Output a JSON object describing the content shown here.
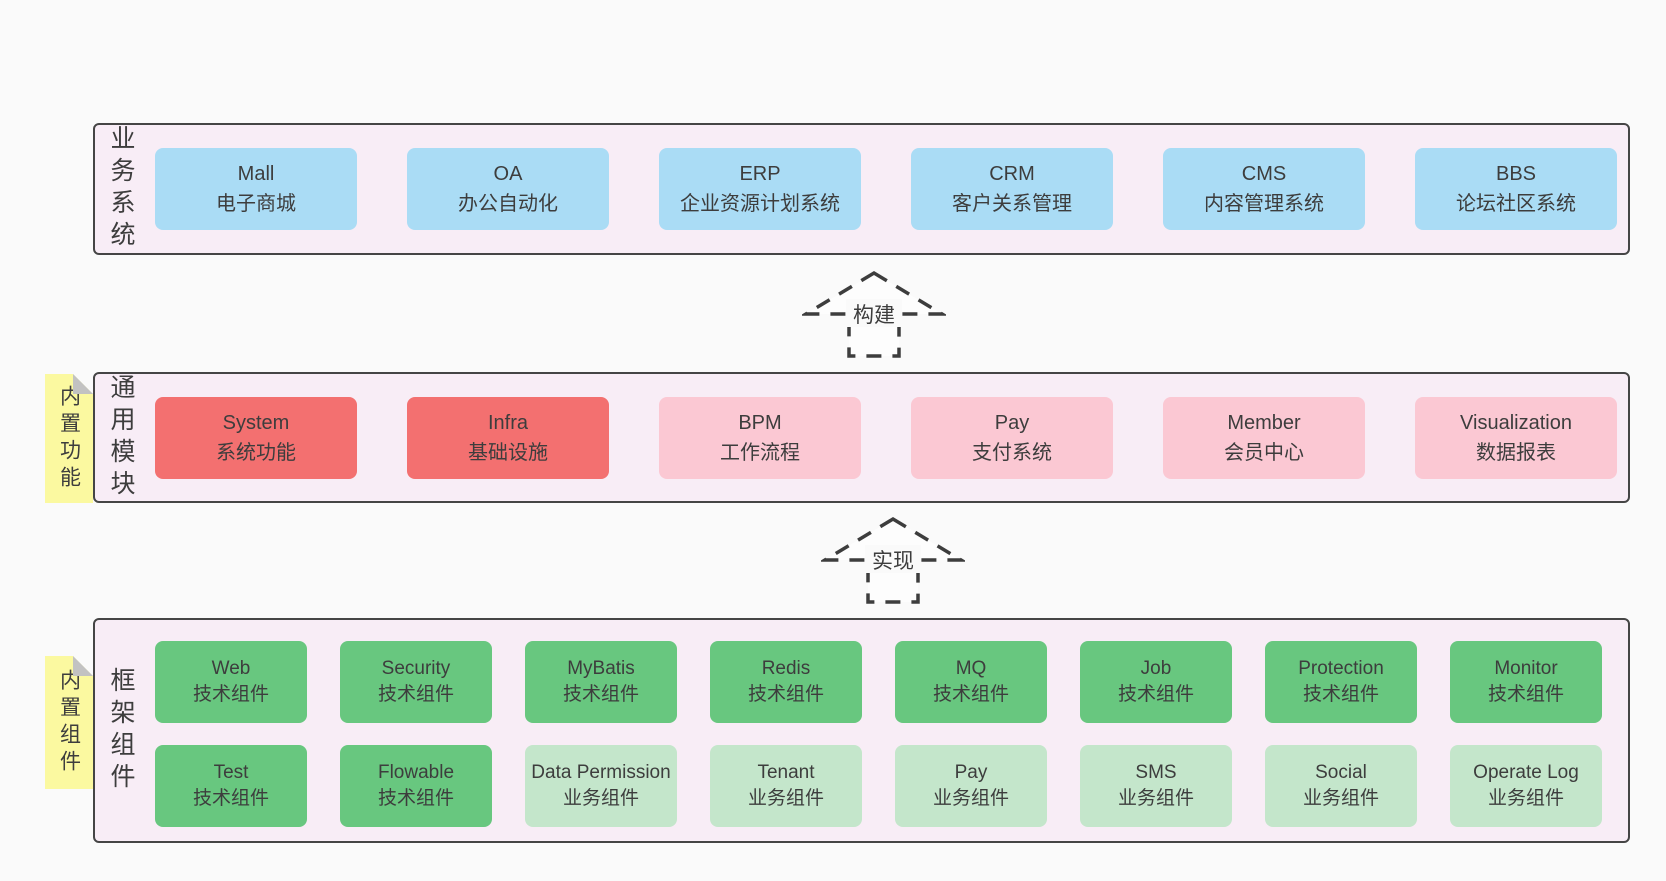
{
  "colors": {
    "page_background": "#fafafa",
    "layer_background": "#f8edf6",
    "layer_border": "#454545",
    "business_box": "#aadcf5",
    "core_module_box": "#f37070",
    "optional_module_box": "#fbc8d3",
    "tech_component_box": "#68c77f",
    "biz_component_box": "#c4e6cb",
    "sticky_note": "#fbf9a0",
    "text": "#3d3d3d"
  },
  "layers": {
    "business": {
      "label": "业务系统",
      "boxes": [
        {
          "name": "Mall",
          "desc": "电子商城",
          "variant": "blue"
        },
        {
          "name": "OA",
          "desc": "办公自动化",
          "variant": "blue"
        },
        {
          "name": "ERP",
          "desc": "企业资源计划系统",
          "variant": "blue"
        },
        {
          "name": "CRM",
          "desc": "客户关系管理",
          "variant": "blue"
        },
        {
          "name": "CMS",
          "desc": "内容管理系统",
          "variant": "blue"
        },
        {
          "name": "BBS",
          "desc": "论坛社区系统",
          "variant": "blue"
        }
      ]
    },
    "common": {
      "label": "通用模块",
      "sticky": "内置功能",
      "boxes": [
        {
          "name": "System",
          "desc": "系统功能",
          "variant": "red"
        },
        {
          "name": "Infra",
          "desc": "基础设施",
          "variant": "red"
        },
        {
          "name": "BPM",
          "desc": "工作流程",
          "variant": "pink"
        },
        {
          "name": "Pay",
          "desc": "支付系统",
          "variant": "pink"
        },
        {
          "name": "Member",
          "desc": "会员中心",
          "variant": "pink"
        },
        {
          "name": "Visualization",
          "desc": "数据报表",
          "variant": "pink"
        }
      ]
    },
    "framework": {
      "label": "框架组件",
      "sticky": "内置组件",
      "rows": {
        "r1": [
          {
            "name": "Web",
            "desc": "技术组件",
            "variant": "green"
          },
          {
            "name": "Security",
            "desc": "技术组件",
            "variant": "green"
          },
          {
            "name": "MyBatis",
            "desc": "技术组件",
            "variant": "green"
          },
          {
            "name": "Redis",
            "desc": "技术组件",
            "variant": "green"
          },
          {
            "name": "MQ",
            "desc": "技术组件",
            "variant": "green"
          },
          {
            "name": "Job",
            "desc": "技术组件",
            "variant": "green"
          },
          {
            "name": "Protection",
            "desc": "技术组件",
            "variant": "green"
          },
          {
            "name": "Monitor",
            "desc": "技术组件",
            "variant": "green"
          }
        ],
        "r2": [
          {
            "name": "Test",
            "desc": "技术组件",
            "variant": "green"
          },
          {
            "name": "Flowable",
            "desc": "技术组件",
            "variant": "green"
          },
          {
            "name": "Data Permission",
            "desc": "业务组件",
            "variant": "lightgreen"
          },
          {
            "name": "Tenant",
            "desc": "业务组件",
            "variant": "lightgreen"
          },
          {
            "name": "Pay",
            "desc": "业务组件",
            "variant": "lightgreen"
          },
          {
            "name": "SMS",
            "desc": "业务组件",
            "variant": "lightgreen"
          },
          {
            "name": "Social",
            "desc": "业务组件",
            "variant": "lightgreen"
          },
          {
            "name": "Operate Log",
            "desc": "业务组件",
            "variant": "lightgreen"
          }
        ]
      }
    }
  },
  "arrows": [
    {
      "label": "构建"
    },
    {
      "label": "实现"
    }
  ]
}
